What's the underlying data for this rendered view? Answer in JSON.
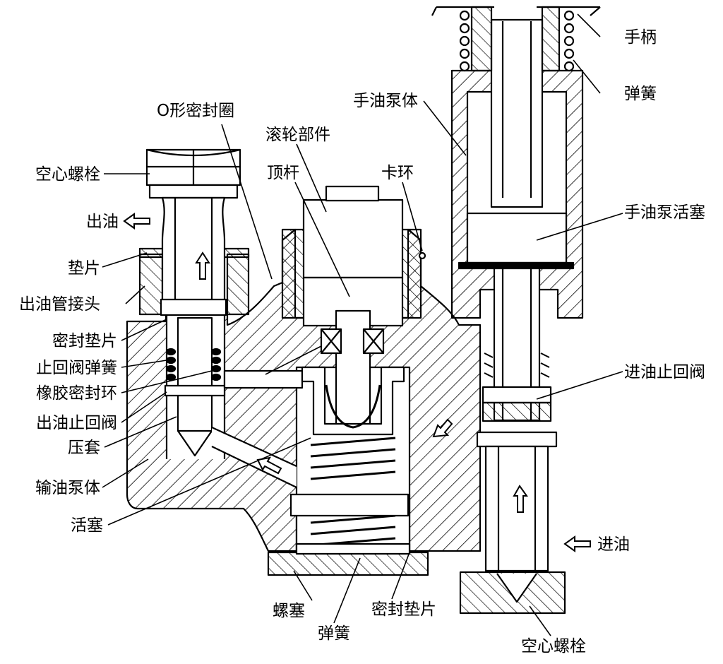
{
  "labels": {
    "o_ring": "O形密封圈",
    "hollow_bolt_top": "空心螺栓",
    "oil_out": "出油",
    "gasket_1": "垫片",
    "outlet_joint": "出油管接头",
    "seal_gasket_left": "密封垫片",
    "check_spring": "止回阀弹簧",
    "rubber_ring": "橡胶密封环",
    "outlet_check_valve": "出油止回阀",
    "press_sleeve": "压套",
    "pump_body": "输油泵体",
    "piston": "活塞",
    "roller_assembly": "滚轮部件",
    "push_rod": "顶杆",
    "circlip": "卡环",
    "hand_pump_body": "手油泵体",
    "handle": "手柄",
    "spring_top": "弹簧",
    "hand_pump_piston": "手油泵活塞",
    "inlet_check_valve": "进油止回阀",
    "oil_in": "进油",
    "screw_plug": "螺塞",
    "spring_bottom": "弹簧",
    "seal_gasket_bottom": "密封垫片",
    "hollow_bolt_bottom": "空心螺栓"
  },
  "colors": {
    "line": "#000000",
    "fill": "#ffffff"
  },
  "icons": {
    "flow_arrow": "hollow-arrow-icon"
  }
}
